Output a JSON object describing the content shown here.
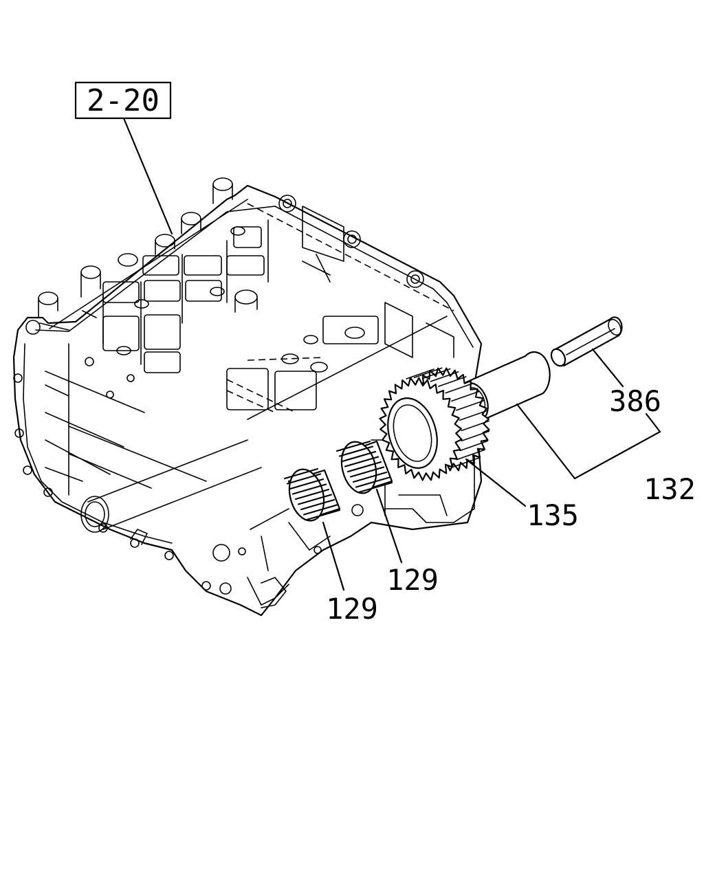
{
  "diagram": {
    "reference_box": {
      "text": "2-20"
    },
    "callouts": [
      {
        "id": "386",
        "text": "386"
      },
      {
        "id": "132",
        "text": "132"
      },
      {
        "id": "135",
        "text": "135"
      },
      {
        "id": "129a",
        "text": "129"
      },
      {
        "id": "129b",
        "text": "129"
      }
    ]
  }
}
